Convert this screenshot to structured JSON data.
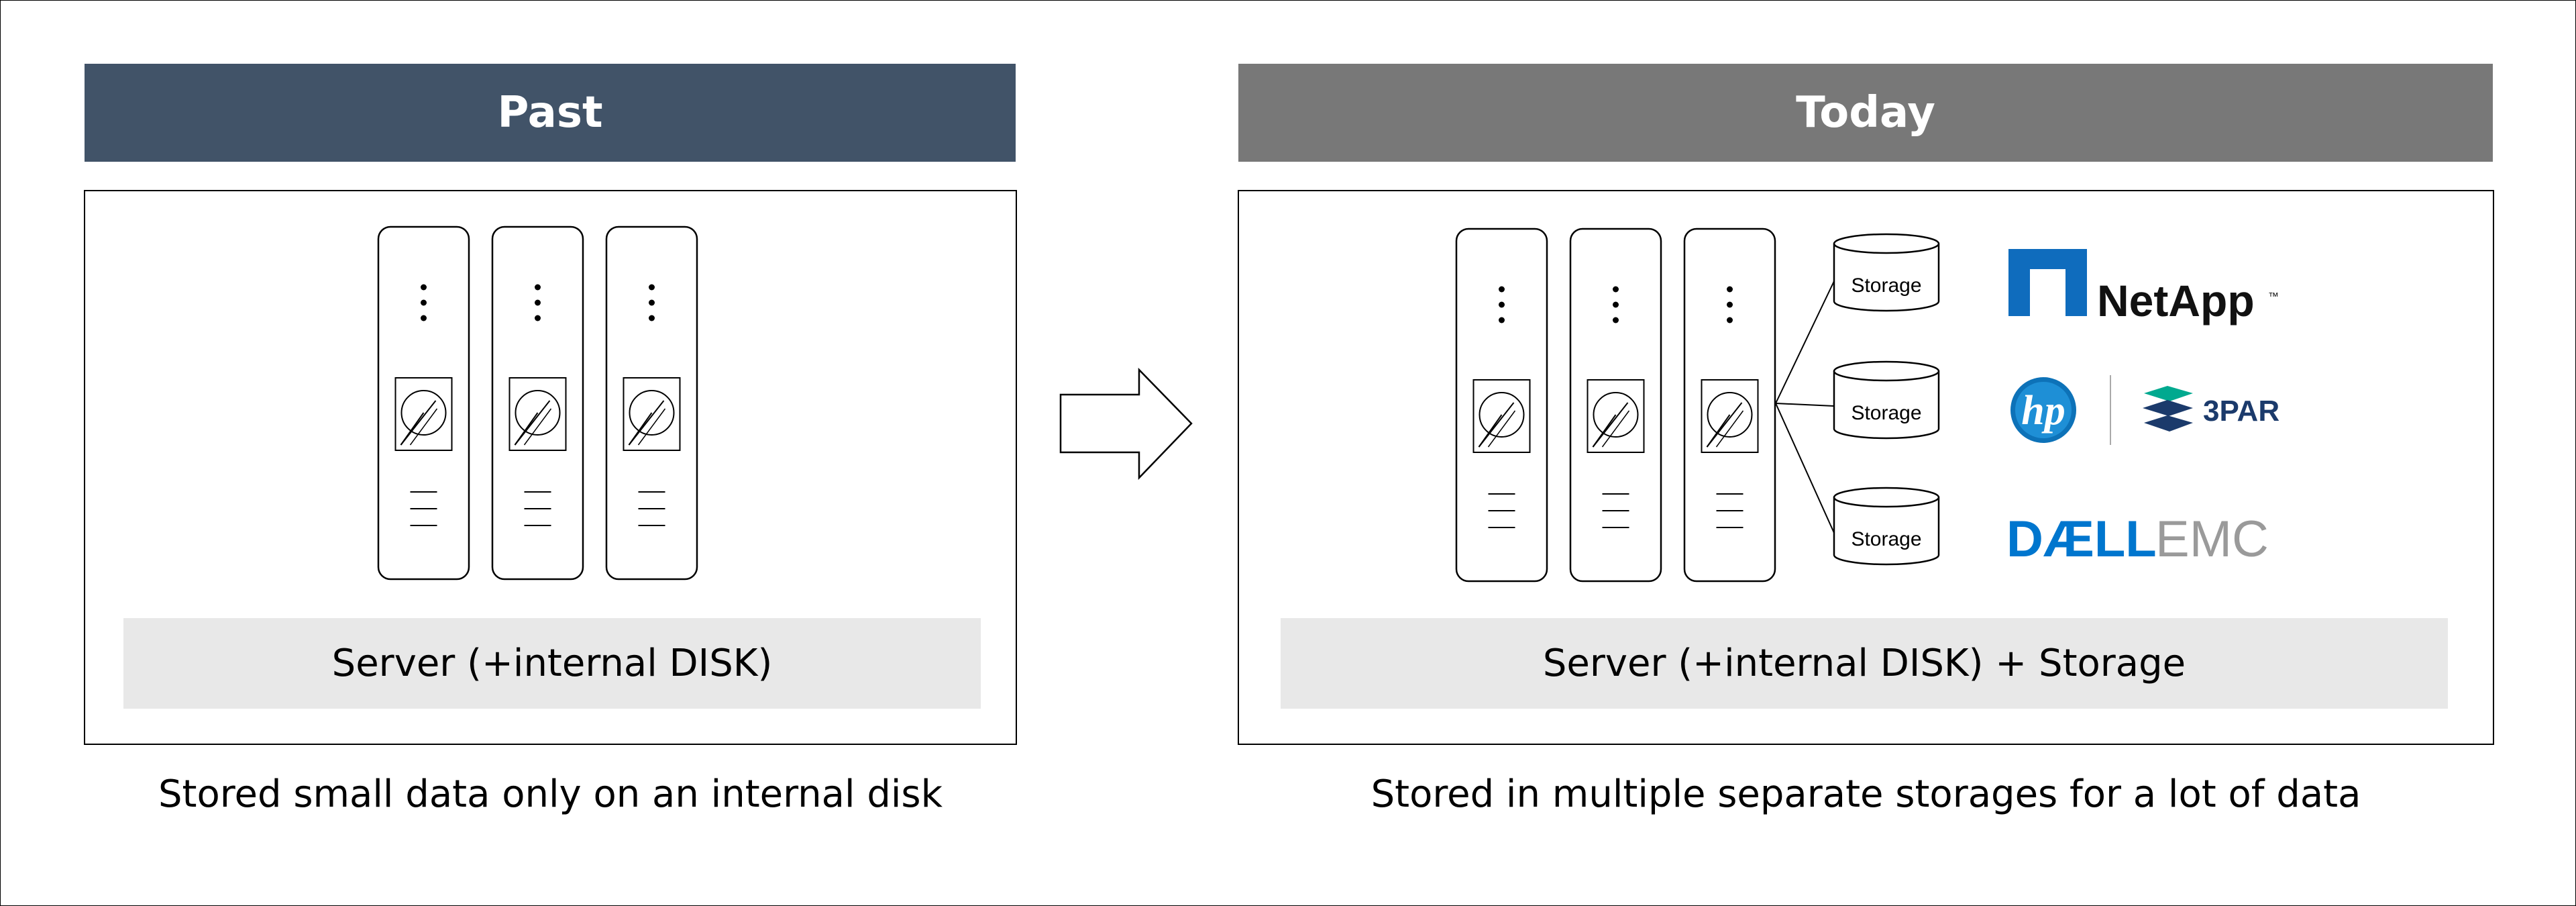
{
  "past": {
    "title": "Past",
    "server_label": "Server (+internal DISK)",
    "caption": "Stored small data only on an internal disk"
  },
  "today": {
    "title": "Today",
    "server_label": "Server (+internal DISK) + Storage",
    "caption": "Stored in multiple separate storages for a lot of data",
    "storages": [
      "Storage",
      "Storage",
      "Storage"
    ],
    "vendors": {
      "netapp": "NetApp",
      "hp": "hp",
      "threepar": "3PAR",
      "dell": "DÆLL",
      "emc": "EMC"
    }
  },
  "colors": {
    "past_header": "#415368",
    "today_header": "#787878",
    "label_bg": "#e8e8e8",
    "netapp_blue": "#0f6cbd",
    "dellemc_blue": "#0076ce",
    "emc_gray": "#9a9a9a",
    "threepar_green": "#00a98f",
    "threepar_navy": "#1b3a6b"
  }
}
